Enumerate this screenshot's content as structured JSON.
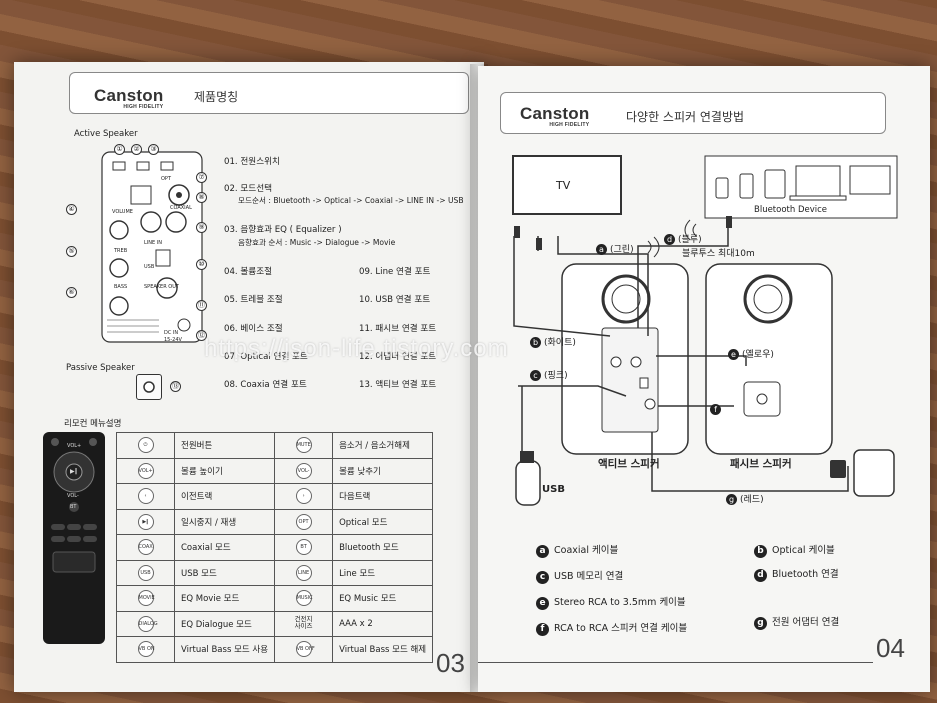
{
  "left_page": {
    "logo": "Canston",
    "logo_sub": "HIGH FIDELITY",
    "header_title": "제품명칭",
    "active_label": "Active Speaker",
    "passive_label": "Passive Speaker",
    "remote_label": "리모컨 메뉴설명",
    "page_number": "03",
    "parts_col1": [
      "01. 전원스위치",
      "02. 모드선택",
      "03. 음향효과 EQ ( Equalizer )",
      "04. 볼륨조절",
      "05. 트레블 조절",
      "06. 베이스 조절",
      "07. Optical 연결 포트",
      "08. Coaxia 연결 포트"
    ],
    "parts_sub": [
      "모드순서 : Bluetooth -> Optical -> Coaxial -> LINE IN -> USB",
      "음향효과 순서 : Music -> Dialogue -> Movie"
    ],
    "parts_col2": [
      "09. Line 연결 포트",
      "10. USB 연결 포트",
      "11. 패시브 연결 포트",
      "12. 어댑터 연결 포트",
      "13. 액티브 연결 포트"
    ],
    "panel_labels": {
      "opt": "OPT",
      "coax": "COAXIAL",
      "volume": "VOLUME",
      "treble": "TREB",
      "bass": "BASS",
      "line": "LINE IN",
      "usb": "USB",
      "spk": "SPEAKER OUT",
      "dc": "DC IN",
      "dcv": "15-24V"
    },
    "callouts": [
      "①",
      "②",
      "③",
      "④",
      "⑤",
      "⑥",
      "⑦",
      "⑧",
      "⑨",
      "⑩",
      "⑪",
      "⑫",
      "⑬"
    ],
    "remote_rows": [
      {
        "i1": "⏻",
        "t1": "전원버튼",
        "i2": "MUTE",
        "t2": "음소거 / 음소거해제"
      },
      {
        "i1": "VOL+",
        "t1": "볼륨 높이기",
        "i2": "VOL-",
        "t2": "볼륨 낮추기"
      },
      {
        "i1": "‹",
        "t1": "이전트랙",
        "i2": "›",
        "t2": "다음트랙"
      },
      {
        "i1": "▶‖",
        "t1": "일시중지 / 재생",
        "i2": "OPT",
        "t2": "Optical 모드"
      },
      {
        "i1": "COAX",
        "t1": "Coaxial 모드",
        "i2": "BT",
        "t2": "Bluetooth 모드"
      },
      {
        "i1": "USB",
        "t1": "USB 모드",
        "i2": "LINE",
        "t2": "Line 모드"
      },
      {
        "i1": "MOVIE",
        "t1": "EQ Movie 모드",
        "i2": "MUSIC",
        "t2": "EQ Music 모드"
      },
      {
        "i1": "DIALOG",
        "t1": "EQ Dialogue 모드",
        "i2": "건전지\n사이즈",
        "t2": "AAA x 2"
      },
      {
        "i1": "VB ON",
        "t1": "Virtual Bass 모드 사용",
        "i2": "VB OFF",
        "t2": "Virtual Bass 모드 해제"
      }
    ],
    "remote_keys": {
      "vol_up": "VOL+",
      "vol_down": "VOL-",
      "bt": "BT",
      "play": "▶‖"
    }
  },
  "right_page": {
    "logo": "Canston",
    "logo_sub": "HIGH FIDELITY",
    "header_title": "다양한 스피커 연결방법",
    "tv": "TV",
    "bt_device": "Bluetooth Device",
    "active_label": "액티브 스피커",
    "passive_label": "패시브 스피커",
    "usb": "USB",
    "page_number": "04",
    "cable_tags": [
      {
        "k": "a",
        "t": "(그린)"
      },
      {
        "k": "d",
        "t": "(블루)"
      },
      {
        "k": "b",
        "t": "(화이트)"
      },
      {
        "k": "c",
        "t": "(핑크)"
      },
      {
        "k": "e",
        "t": "(옐로우)"
      },
      {
        "k": "f",
        "t": ""
      },
      {
        "k": "g",
        "t": "(레드)"
      }
    ],
    "bt_range": "블루투스 최대10m",
    "legend_left": [
      {
        "k": "a",
        "t": "Coaxial 케이블"
      },
      {
        "k": "c",
        "t": "USB 메모리 연결"
      },
      {
        "k": "e",
        "t": "Stereo RCA to 3.5mm 케이블"
      },
      {
        "k": "f",
        "t": "RCA to RCA 스피커 연결 케이블"
      }
    ],
    "legend_right": [
      {
        "k": "b",
        "t": "Optical 케이블"
      },
      {
        "k": "d",
        "t": "Bluetooth 연결"
      },
      {
        "k": "g",
        "t": "전원 어댑터 연결"
      }
    ]
  },
  "watermark": "https://json-life.tistory.com"
}
